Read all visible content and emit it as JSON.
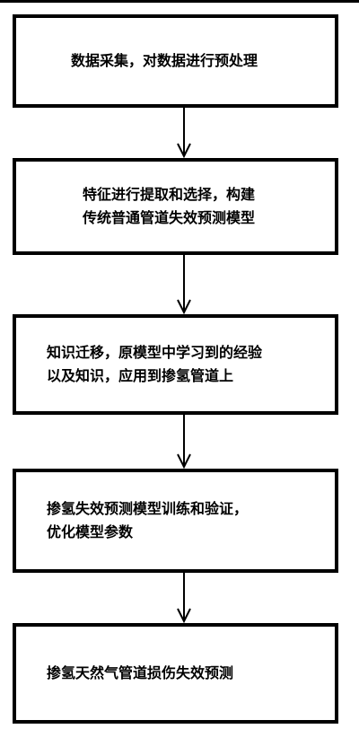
{
  "steps": [
    {
      "lines": [
        "数据采集，对数据进行预处理"
      ]
    },
    {
      "lines": [
        "特征进行提取和选择，构建",
        "传统普通管道失效预测模型"
      ]
    },
    {
      "lines": [
        "知识迁移，原模型中学习到的经验",
        "以及知识，应用到掺氢管道上"
      ]
    },
    {
      "lines": [
        "掺氢失效预测模型训练和验证，",
        "优化模型参数"
      ]
    },
    {
      "lines": [
        "掺氢天然气管道损伤失效预测"
      ]
    }
  ]
}
